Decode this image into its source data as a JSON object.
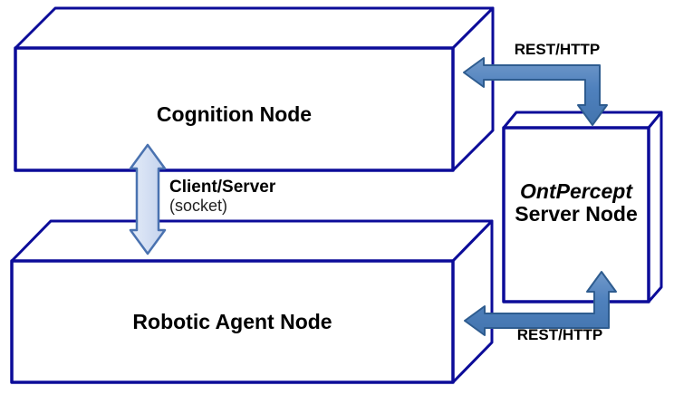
{
  "nodes": {
    "cognition": {
      "label": "Cognition Node"
    },
    "robotic_agent": {
      "label": "Robotic Agent Node"
    },
    "ontpercept_server": {
      "name_italic": "OntPercept",
      "name_rest": "Server Node"
    }
  },
  "connections": {
    "cognition_ontpercept": {
      "label": "REST/HTTP",
      "type": "elbow-double-arrow"
    },
    "robotic_ontpercept": {
      "label": "REST/HTTP",
      "type": "elbow-double-arrow"
    },
    "cognition_robotic": {
      "label": "Client/Server",
      "sublabel": "(socket)",
      "type": "vertical-double-arrow"
    }
  },
  "colors": {
    "box_border": "#0c0c99",
    "arrow_fill": "#4f81bd",
    "arrow_border": "#2e5c8f",
    "light_arrow_border": "#4a72b0",
    "text_color": "#000000"
  }
}
